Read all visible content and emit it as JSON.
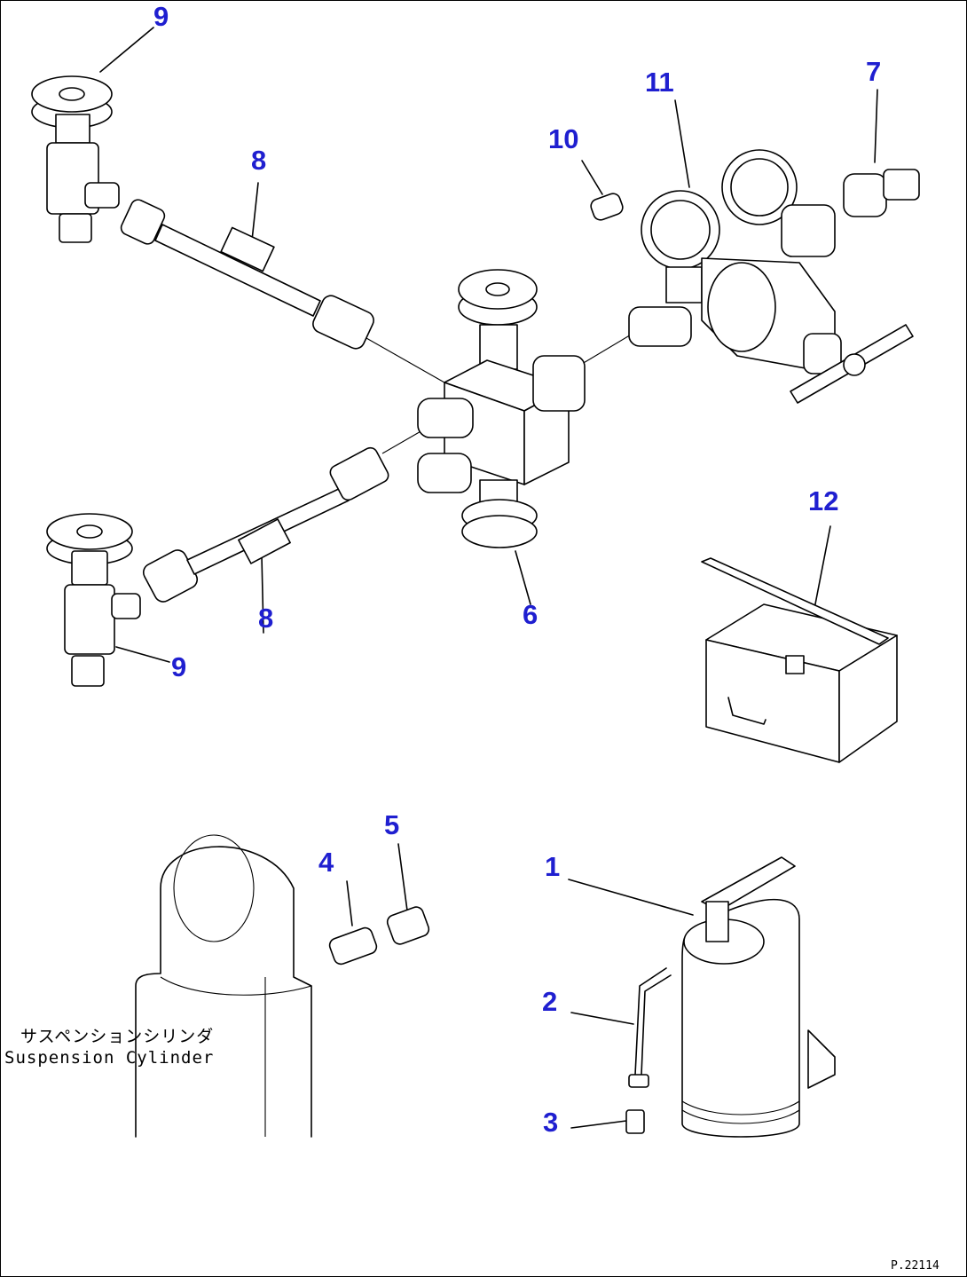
{
  "callouts": {
    "c1": "1",
    "c2": "2",
    "c3": "3",
    "c4": "4",
    "c5": "5",
    "c6": "6",
    "c7": "7",
    "c8a": "8",
    "c8b": "8",
    "c9a": "9",
    "c9b": "9",
    "c10": "10",
    "c11": "11",
    "c12": "12"
  },
  "labels": {
    "cylinder_jp": "サスペンションシリンダ",
    "cylinder_en": "Suspension Cylinder",
    "drawing_ref": "P.22114"
  },
  "colors": {
    "callout": "#1f1fd0",
    "line": "#000000"
  }
}
